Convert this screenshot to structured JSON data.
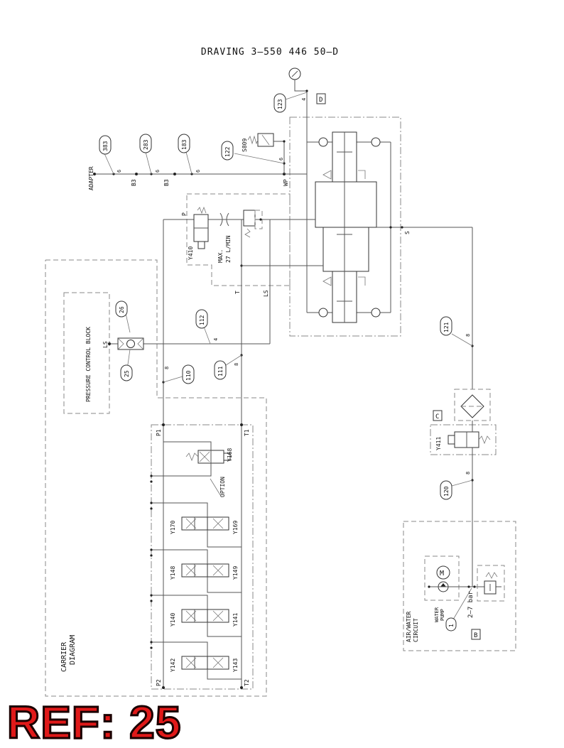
{
  "title": "DRAVING 3—550 446 50—D",
  "ref_label": "REF: 25",
  "labels": {
    "adapter": "ADAPTER",
    "b3_a": "B3",
    "b3_b": "B3",
    "wp": "WP",
    "s": "S",
    "p": "P",
    "t": "T",
    "ls_top": "LS",
    "ls_left": "LS",
    "y410": "Y410",
    "max": "MAX.",
    "flow": "27 L/MIN",
    "s809": "S809",
    "pressure_block": "PRESSURE CONTROL BLOCK",
    "carrier_1": "CARRIER",
    "carrier_2": "DIAGRAM",
    "p1": "P1",
    "t1": "T1",
    "p2": "P2",
    "t2": "T2",
    "option": "OPTION",
    "y168": "Y168",
    "y170": "Y170",
    "y169": "Y169",
    "y148": "Y148",
    "y149": "Y149",
    "y140": "Y140",
    "y141": "Y141",
    "y142": "Y142",
    "y143": "Y143",
    "y411": "Y411",
    "air_1": "AIR/WATER",
    "air_2": "CIRCUIT",
    "water_1": "WATER",
    "water_2": "PUMP",
    "bar": "2—7 bar",
    "motor": "M"
  },
  "boxes": {
    "d": "D",
    "c": "C",
    "b": "B"
  },
  "bubbles": {
    "b383": "383",
    "b283": "283",
    "b183": "183",
    "b122": "122",
    "b123": "123",
    "b26": "26",
    "b25": "25",
    "b112": "112",
    "b110": "110",
    "b111": "111",
    "b121": "121",
    "b120": "120",
    "b1": "1"
  },
  "sizes": {
    "s6a": "6",
    "s6b": "6",
    "s6c": "6",
    "s6d": "6",
    "s4a": "4",
    "s4b": "4",
    "s8a": "8",
    "s8b": "8",
    "s8c": "8",
    "s8d": "8"
  }
}
